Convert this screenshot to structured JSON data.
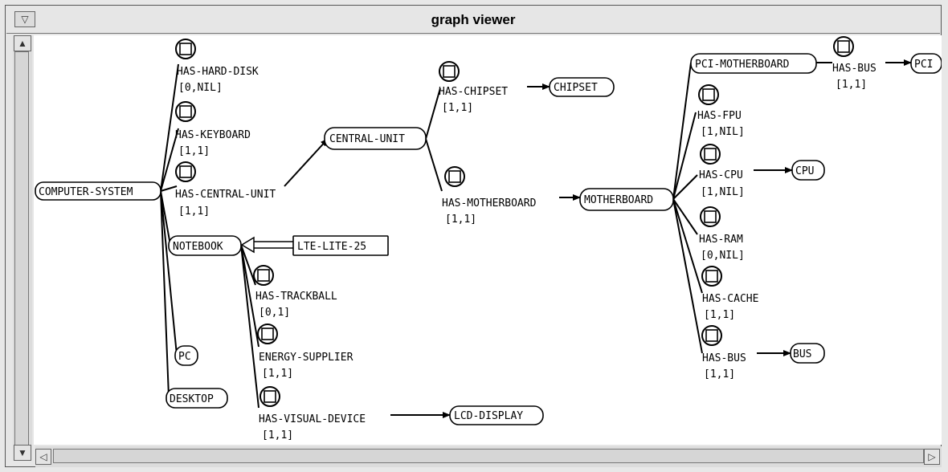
{
  "window": {
    "title": "graph viewer",
    "menu_glyph": "▽"
  },
  "scrollbar": {
    "up": "▲",
    "down": "▼",
    "left": "◁",
    "right": "▷"
  },
  "nodes": {
    "computer_system": "COMPUTER-SYSTEM",
    "central_unit": "CENTRAL-UNIT",
    "chipset": "CHIPSET",
    "notebook": "NOTEBOOK",
    "lte_lite_25": "LTE-LITE-25",
    "pc": "PC",
    "desktop": "DESKTOP",
    "lcd_display": "LCD-DISPLAY",
    "motherboard": "MOTHERBOARD",
    "pci_motherboard": "PCI-MOTHERBOARD",
    "pci": "PCI",
    "cpu": "CPU",
    "bus": "BUS"
  },
  "roles": {
    "has_hard_disk": {
      "name": "HAS-HARD-DISK",
      "card": "[0,NIL]"
    },
    "has_keyboard": {
      "name": "HAS-KEYBOARD",
      "card": "[1,1]"
    },
    "has_central_unit": {
      "name": "HAS-CENTRAL-UNIT",
      "card": "[1,1]"
    },
    "has_chipset": {
      "name": "HAS-CHIPSET",
      "card": "[1,1]"
    },
    "has_motherboard": {
      "name": "HAS-MOTHERBOARD",
      "card": "[1,1]"
    },
    "has_trackball": {
      "name": "HAS-TRACKBALL",
      "card": "[0,1]"
    },
    "energy_supplier": {
      "name": "ENERGY-SUPPLIER",
      "card": "[1,1]"
    },
    "has_visual_device": {
      "name": "HAS-VISUAL-DEVICE",
      "card": "[1,1]"
    },
    "has_bus_pci": {
      "name": "HAS-BUS",
      "card": "[1,1]"
    },
    "has_fpu": {
      "name": "HAS-FPU",
      "card": "[1,NIL]"
    },
    "has_cpu": {
      "name": "HAS-CPU",
      "card": "[1,NIL]"
    },
    "has_ram": {
      "name": "HAS-RAM",
      "card": "[0,NIL]"
    },
    "has_cache": {
      "name": "HAS-CACHE",
      "card": "[1,1]"
    },
    "has_bus": {
      "name": "HAS-BUS",
      "card": "[1,1]"
    }
  }
}
